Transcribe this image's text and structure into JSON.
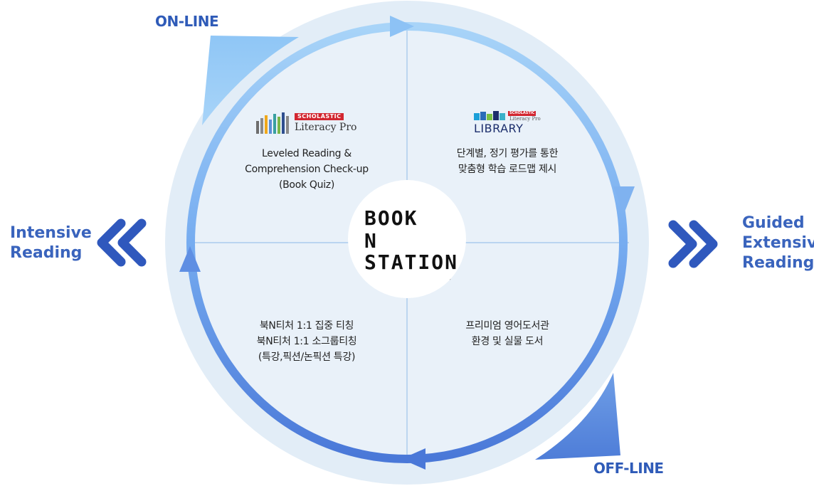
{
  "labels": {
    "online": "ON-LINE",
    "offline": "OFF-LINE",
    "intensive": [
      "Intensive",
      "Reading"
    ],
    "guided": [
      "Guided",
      "Extensive",
      "Reading"
    ]
  },
  "center_logo": {
    "lines": [
      "BOOK",
      "N",
      "STATION"
    ]
  },
  "quadrants": {
    "top_left": {
      "brand_badge": "SCHOLASTIC",
      "brand_name": "Literacy Pro",
      "lines": [
        "Leveled Reading &",
        "Comprehension Check-up",
        "(Book Quiz)"
      ]
    },
    "top_right": {
      "brand_badge": "SCHOLASTIC",
      "brand_sub": "Literacy Pro",
      "brand_name": "LIBRARY",
      "lines": [
        "단계별, 정기 평가를 통한",
        "맞춤형 학습 로드맵 제시"
      ]
    },
    "bottom_left": {
      "lines": [
        "북N티처 1:1 집중 티칭",
        "북N티처 1:1 소그룹티칭",
        "(특강,픽션/논픽션 특강)"
      ]
    },
    "bottom_right": {
      "lines": [
        "프리미엄 영어도서관",
        "환경 및 실물 도서"
      ]
    }
  },
  "colors": {
    "outer_disc": "#e2edf7",
    "inner_disc": "#e9f1f9",
    "divider": "#9fc3ea",
    "ring_light": "#a3cff7",
    "ring_dark": "#4a79da",
    "label_blue": "#2f5bb8",
    "chevron_blue": "#2f58bd"
  },
  "icons": [
    "left-double-chevron-icon",
    "right-double-chevron-icon",
    "books-stack-icon",
    "books-row-icon",
    "open-book-icon"
  ]
}
